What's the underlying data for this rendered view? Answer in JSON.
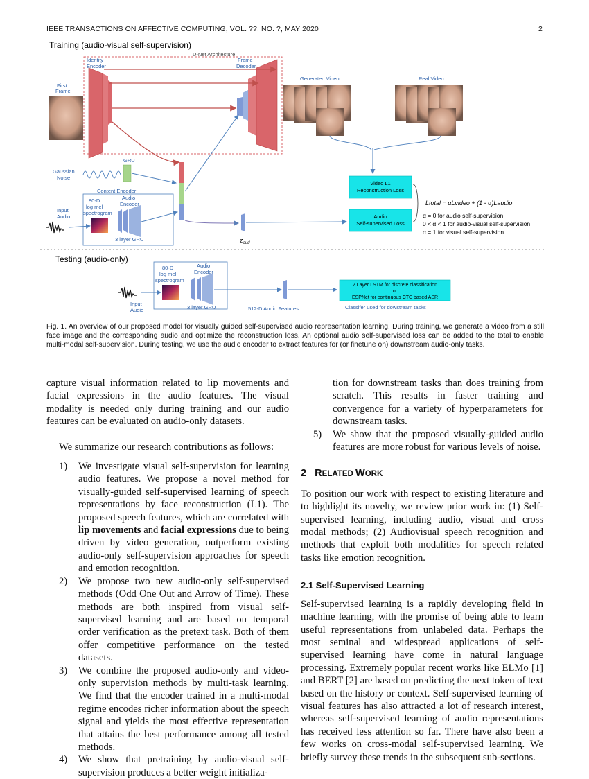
{
  "header": {
    "journal": "IEEE TRANSACTIONS ON AFFECTIVE COMPUTING, VOL. ??, NO. ?, MAY 2020",
    "page": "2"
  },
  "figure": {
    "training_title": "Training (audio-visual self-supervision)",
    "unet": "U-Net Architecture",
    "identity_encoder": [
      "Identity",
      "Encoder"
    ],
    "frame_decoder": [
      "Frame",
      "Decoder"
    ],
    "first_frame": [
      "First",
      "Frame"
    ],
    "generated_video": "Generated Video",
    "real_video": "Real Video",
    "gru": "GRU",
    "gaussian_noise": [
      "Gaussian",
      "Noise"
    ],
    "content_encoder": "Content Encoder",
    "spectrogram": [
      "80-D",
      "log mel",
      "spectrogram"
    ],
    "audio_encoder": [
      "Audio",
      "Encoder"
    ],
    "input_audio": [
      "Input",
      "Audio"
    ],
    "layer_gru": "3 layer GRU",
    "z_aud": "z",
    "z_aud_sub": "aud",
    "video_loss": [
      "Video L1",
      "Reconstruction Loss"
    ],
    "audio_loss": [
      "Audio",
      "Self-supervised Loss"
    ],
    "formula": "Ltotal = αLvideo + (1 - α)Laudio",
    "alpha_lines": [
      "α = 0 for audio self-supervision",
      "0 < α < 1 for audio-visual self-supervision",
      "α = 1 for visual self-supervision"
    ],
    "testing_title": "Testing (audio-only)",
    "audio_features": "512-D Audio Features",
    "classifier_box": [
      "2 Layer LSTM for discrete classification",
      "or",
      "ESPNet for continuous CTC based ASR"
    ],
    "classifier_caption": "Classifer used for dowstream tasks",
    "colors": {
      "identity": "#d9656a",
      "cyan": "#18e4e8",
      "blue_block": "#7f9ad6",
      "gru_green": "#a6d58b",
      "arrow_red": "#c0504d",
      "arrow_blue": "#4f81bd"
    }
  },
  "caption": "Fig. 1. An overview of our proposed model for visually guided self-supervised audio representation learning. During training, we generate a video from a still face image and the corresponding audio and optimize the reconstruction loss. An optional audio self-supervised loss can be added to the total to enable multi-modal self-supervision. During testing, we use the audio encoder to extract features for (or finetune on) downstream audio-only tasks.",
  "left": {
    "p1": "capture visual information related to lip movements and facial expressions in the audio features. The visual modality is needed only during training and our audio features can be evaluated on audio-only datasets.",
    "p2": "We summarize our research contributions as follows:",
    "items": [
      {
        "num": "1)",
        "before": "We investigate visual self-supervision for learning audio features. We propose a novel method for visually-guided self-supervised learning of speech representations by face reconstruction (L1). The proposed speech features, which are correlated with ",
        "bold1": "lip movements",
        "mid": " and ",
        "bold2": "facial expressions",
        "after": " due to being driven by video generation, outperform existing audio-only self-supervision approaches for speech and emotion recognition."
      },
      {
        "num": "2)",
        "text": "We propose two new audio-only self-supervised methods (Odd One Out and Arrow of Time). These methods are both inspired from visual self-supervised learning and are based on temporal order verification as the pretext task. Both of them offer competitive performance on the tested datasets."
      },
      {
        "num": "3)",
        "text": "We combine the proposed audio-only and video-only supervision methods by multi-task learning. We find that the encoder trained in a multi-modal regime encodes richer information about the speech signal and yields the most effective representation that attains the best performance among all tested methods."
      },
      {
        "num": "4)",
        "text": "We show that pretraining by audio-visual self-supervision produces a better weight initializa-"
      }
    ]
  },
  "right": {
    "cont": "tion for downstream tasks than does training from scratch. This results in faster training and convergence for a variety of hyperparameters for downstream tasks.",
    "item5_num": "5)",
    "item5": "We show that the proposed visually-guided audio features are more robust for various levels of noise.",
    "sec_num": "2",
    "sec_first": "R",
    "sec_rest1": "ELATED ",
    "sec_w": "W",
    "sec_rest2": "ORK",
    "p_related": "To position our work with respect to existing literature and to highlight its novelty, we review prior work in: (1) Self-supervised learning, including audio, visual and cross modal methods; (2) Audiovisual speech recognition and methods that exploit both modalities for speech related tasks like emotion recognition.",
    "subsec": "2.1   Self-Supervised Learning",
    "p_ssl": "Self-supervised learning is a rapidly developing field in machine learning, with the promise of being able to learn useful representations from unlabeled data. Perhaps the most seminal and widespread applications of self-supervised learning have come in natural language processing. Extremely popular recent works like ELMo [1] and BERT [2] are based on predicting the next token of text based on the history or context. Self-supervised learning of visual features has also attracted a lot of research interest, whereas self-supervised learning of audio representations has received less attention so far. There have also been a few works on cross-modal self-supervised learning. We briefly survey these trends in the subsequent sub-sections."
  }
}
